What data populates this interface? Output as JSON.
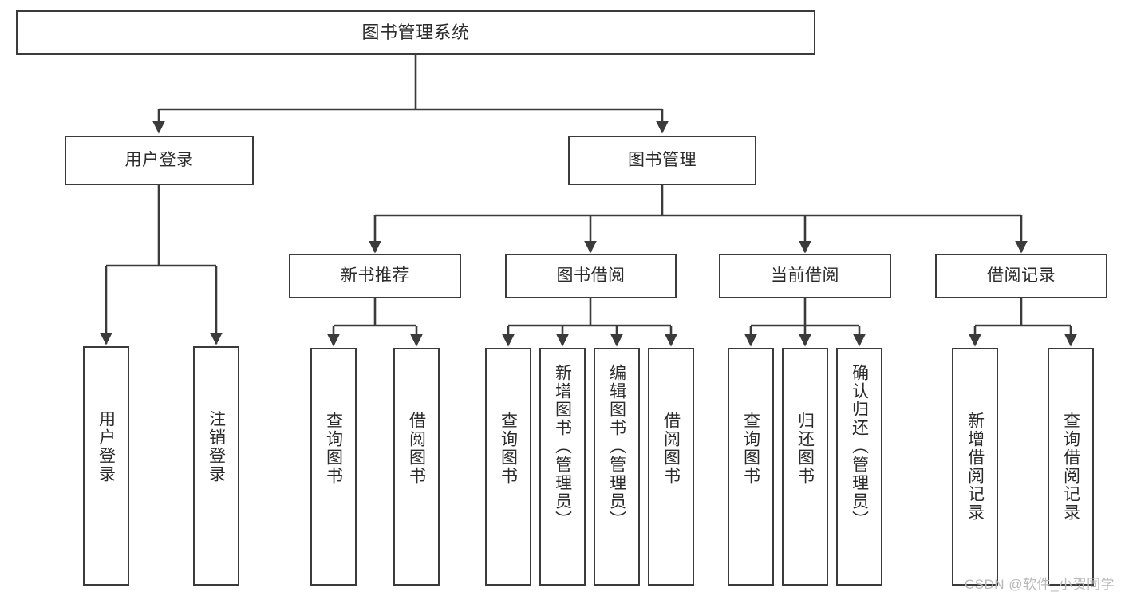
{
  "diagram": {
    "title": "图书管理系统",
    "type": "tree",
    "watermark": "CSDN @软件_小贺同学",
    "colors": {
      "box_border": "#3b3b3b",
      "box_fill": "#ffffff",
      "text": "#2b2b2b",
      "edge": "#3b3b3b",
      "watermark": "#b9b9b9",
      "background": "#ffffff"
    },
    "root": {
      "label": "图书管理系统"
    },
    "level1": [
      {
        "label": "用户登录"
      },
      {
        "label": "图书管理"
      }
    ],
    "level2": [
      {
        "label": "新书推荐"
      },
      {
        "label": "图书借阅"
      },
      {
        "label": "当前借阅"
      },
      {
        "label": "借阅记录"
      }
    ],
    "leaves": {
      "user_login": [
        {
          "label": "用户登录"
        },
        {
          "label": "注销登录"
        }
      ],
      "new_book_recommend": [
        {
          "label": "查询图书"
        },
        {
          "label": "借阅图书"
        }
      ],
      "book_borrow": [
        {
          "label": "查询图书"
        },
        {
          "label": "新增图书（管理员）"
        },
        {
          "label": "编辑图书（管理员）"
        },
        {
          "label": "借阅图书"
        }
      ],
      "current_borrow": [
        {
          "label": "查询图书"
        },
        {
          "label": "归还图书"
        },
        {
          "label": "确认归还（管理员）"
        }
      ],
      "borrow_record": [
        {
          "label": "新增借阅记录"
        },
        {
          "label": "查询借阅记录"
        }
      ]
    }
  }
}
